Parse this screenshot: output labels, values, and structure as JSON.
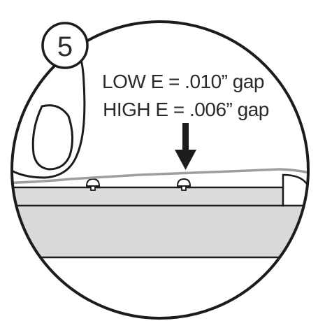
{
  "step": {
    "number": "5"
  },
  "gap_spec": {
    "low_e": "LOW E = .010” gap",
    "high_e": "HIGH E = .006” gap"
  },
  "colors": {
    "outline": "#1c1c1c",
    "fretboard_fill": "#d9d9d9",
    "string": "#9e9e9e",
    "background": "#ffffff"
  }
}
